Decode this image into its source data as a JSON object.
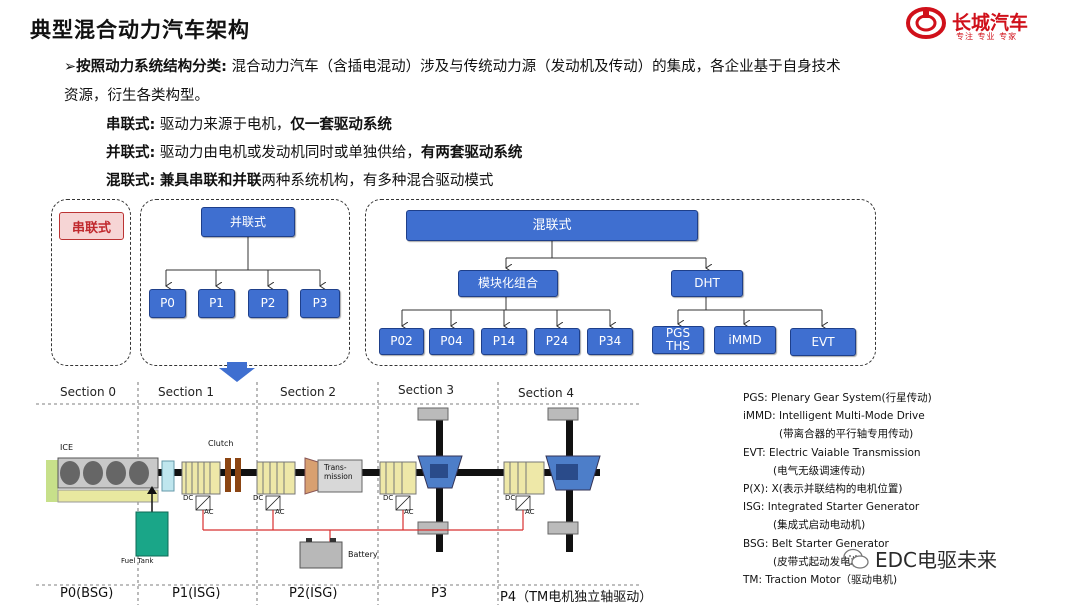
{
  "header": {
    "title": "典型混合动力汽车架构",
    "logo_text": "长城汽车",
    "logo_slogan": "专注 专业 专家"
  },
  "intro": {
    "bullet": "➢",
    "label": "按照动力系统结构分类:",
    "line1": " 混合动力汽车（含插电混动）涉及与传统动力源（发动机及传动）的集成，各企业基于自身技术",
    "line2": "资源，衍生各类构型。"
  },
  "types": [
    {
      "name": "串联式:",
      "desc": " 驱动力来源于电机，",
      "strong": "仅一套驱动系统",
      "tail": ""
    },
    {
      "name": "并联式:",
      "desc": " 驱动力由电机或发动机同时或单独供给，",
      "strong": "有两套驱动系统",
      "tail": ""
    },
    {
      "name": "混联式:",
      "desc": " ",
      "strong": "兼具串联和并联",
      "tail": "两种系统机构，有多种混合驱动模式"
    }
  ],
  "tree": {
    "series": "串联式",
    "parallel": {
      "root": "并联式",
      "children": [
        "P0",
        "P1",
        "P2",
        "P3"
      ]
    },
    "hybrid": {
      "root": "混联式",
      "modular": {
        "label": "模块化组合",
        "children": [
          "P02",
          "P04",
          "P14",
          "P24",
          "P34"
        ]
      },
      "dht": {
        "label": "DHT",
        "children": [
          "PGS\nTHS",
          "iMMD",
          "EVT"
        ]
      }
    }
  },
  "schematic": {
    "sections": [
      "Section 0",
      "Section 1",
      "Section 2",
      "Section 3",
      "Section 4"
    ],
    "labels": {
      "ice": "ICE",
      "clutch": "Clutch",
      "transmission": "Trans-\nmission",
      "fuel_tank": "Fuel Tank",
      "battery": "Battery",
      "dc": "DC",
      "ac": "AC"
    },
    "positions": [
      "P0(BSG)",
      "P1(ISG)",
      "P2(ISG)",
      "P3",
      "P4（TM电机独立轴驱动）"
    ]
  },
  "legend": [
    {
      "text": "PGS:  Plenary Gear System(行星传动)",
      "indent": false
    },
    {
      "text": "iMMD:  Intelligent Multi-Mode Drive",
      "indent": false
    },
    {
      "text": "(带离合器的平行轴专用传动)",
      "indent": true
    },
    {
      "text": "EVT:  Electric Vaiable Transmission",
      "indent": false
    },
    {
      "text": "(电气无级调速传动)",
      "indent": true
    },
    {
      "text": "P(X):  X(表示并联结构的电机位置)",
      "indent": false
    },
    {
      "text": "ISG:  Integrated Starter Generator",
      "indent": false
    },
    {
      "text": "(集成式启动电动机)",
      "indent": true
    },
    {
      "text": "BSG:  Belt Starter Generator",
      "indent": false
    },
    {
      "text": "(皮带式起动发电机)",
      "indent": true
    },
    {
      "text": "TM:  Traction Motor（驱动电机)",
      "indent": false
    }
  ],
  "watermark": "EDC电驱未来",
  "colors": {
    "box_fill": "#3f6fd0",
    "box_border": "#1e3f8a",
    "brand_red": "#d0101a",
    "series_fill": "#f6d5d5",
    "wire_red": "#d83030"
  }
}
